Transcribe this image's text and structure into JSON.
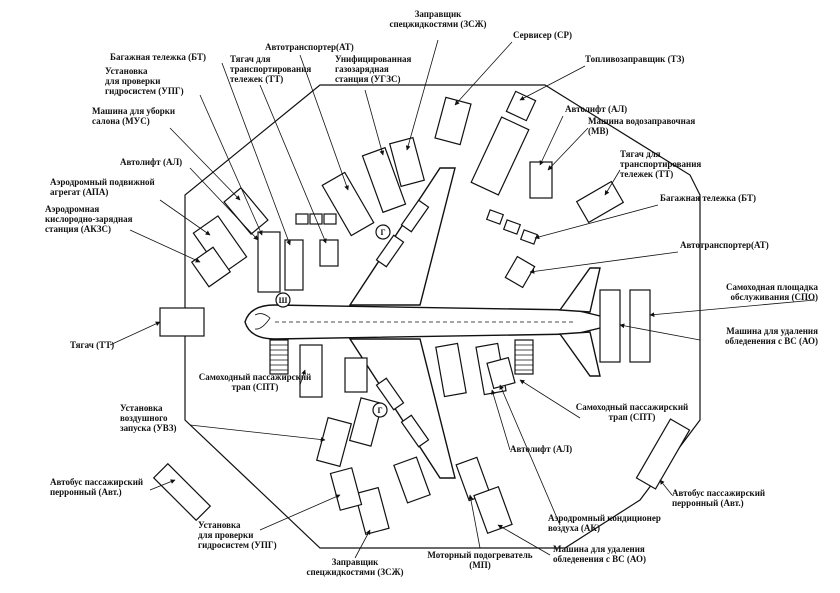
{
  "labels": [
    {
      "id": "zszh-top",
      "lines": [
        "Заправщик",
        "спецжидкостями (ЗСЖ)"
      ]
    },
    {
      "id": "sr",
      "lines": [
        "Сервисер (СР)"
      ]
    },
    {
      "id": "at-top",
      "lines": [
        "Автотранспортер(АТ)"
      ]
    },
    {
      "id": "bt-left",
      "lines": [
        "Багажная тележка (БТ)"
      ]
    },
    {
      "id": "tt-top",
      "lines": [
        "Тягач для",
        "транспортирования",
        "тележек (ТТ)"
      ]
    },
    {
      "id": "ugzs",
      "lines": [
        "Унифицированная",
        "газозарядная",
        "станция (УГЗС)"
      ]
    },
    {
      "id": "tz",
      "lines": [
        "Топливозаправщик (ТЗ)"
      ]
    },
    {
      "id": "upg-top",
      "lines": [
        "Установка",
        "для проверки",
        "гидросистем (УПГ)"
      ]
    },
    {
      "id": "al-top-r",
      "lines": [
        "Автолифт (АЛ)"
      ]
    },
    {
      "id": "mus",
      "lines": [
        "Машина для уборки",
        "салона (МУС)"
      ]
    },
    {
      "id": "mv",
      "lines": [
        "Машина водозаправочная",
        "(МВ)"
      ]
    },
    {
      "id": "al-left",
      "lines": [
        "Автолифт (АЛ)"
      ]
    },
    {
      "id": "tt-right",
      "lines": [
        "Тягач для",
        "транспортирования",
        "тележек (ТТ)"
      ]
    },
    {
      "id": "apa",
      "lines": [
        "Аэродромный подвижной",
        "агрегат (АПА)"
      ]
    },
    {
      "id": "bt-right",
      "lines": [
        "Багажная тележка (БТ)"
      ]
    },
    {
      "id": "akzs",
      "lines": [
        "Аэродромная",
        "кислородно-зарядная",
        "станция (АКЗС)"
      ]
    },
    {
      "id": "at-right",
      "lines": [
        "Автотранспортер(АТ)"
      ]
    },
    {
      "id": "spo",
      "lines": [
        "Самоходная площадка",
        "обслуживания (СПО)"
      ]
    },
    {
      "id": "tt-tow",
      "lines": [
        "Тягач (ТТ)"
      ]
    },
    {
      "id": "ao-right",
      "lines": [
        "Машина для удаления",
        "обледенения с ВС (АО)"
      ]
    },
    {
      "id": "spt-left",
      "lines": [
        "Самоходный пассажирский",
        "трап (СПТ)"
      ]
    },
    {
      "id": "spt-right",
      "lines": [
        "Самоходный пассажирский",
        "трап (СПТ)"
      ]
    },
    {
      "id": "uvz",
      "lines": [
        "Установка",
        "воздушного",
        "запуска (УВЗ)"
      ]
    },
    {
      "id": "al-bottom",
      "lines": [
        "Автолифт (АЛ)"
      ]
    },
    {
      "id": "bus-left",
      "lines": [
        "Автобус пассажирский",
        "перронный (Авт.)"
      ]
    },
    {
      "id": "bus-right",
      "lines": [
        "Автобус пассажирский",
        "перронный (Авт.)"
      ]
    },
    {
      "id": "ak",
      "lines": [
        "Аэродромный кондиционер",
        "воздуха (АК)"
      ]
    },
    {
      "id": "upg-bottom",
      "lines": [
        "Установка",
        "для проверки",
        "гидросистем (УПГ)"
      ]
    },
    {
      "id": "ao-bottom",
      "lines": [
        "Машина для удаления",
        "обледенения с ВС (АО)"
      ]
    },
    {
      "id": "mp",
      "lines": [
        "Моторный подогреватель",
        "(МП)"
      ]
    },
    {
      "id": "zszh-bottom",
      "lines": [
        "Заправщик",
        "спецжидкостями (ЗСЖ)"
      ]
    }
  ],
  "markers": [
    {
      "id": "marker-sh",
      "text": "Ш"
    },
    {
      "id": "marker-g-top",
      "text": "Г"
    },
    {
      "id": "marker-g-bottom",
      "text": "Г"
    }
  ],
  "colors": {
    "ink": "#111111",
    "background": "#ffffff"
  }
}
